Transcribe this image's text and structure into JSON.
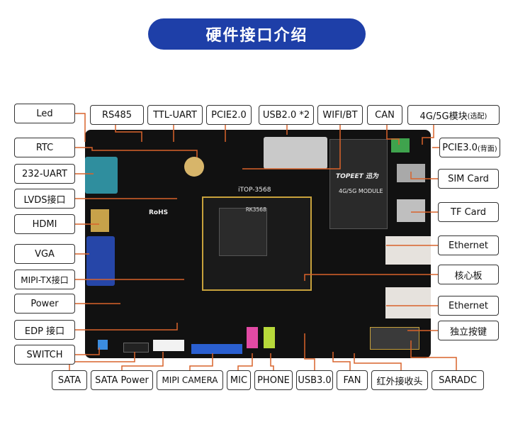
{
  "title": "硬件接口介绍",
  "labels": {
    "led": "Led",
    "rs485": "RS485",
    "ttl_uart": "TTL-UART",
    "pcie20": "PCIE2.0",
    "usb20": "USB2.0 *2",
    "wifi_bt": "WIFI/BT",
    "can": "CAN",
    "g45_main": "4G/5G模块",
    "g45_note": "(选配)",
    "rtc": "RTC",
    "pcie30_main": "PCIE3.0",
    "pcie30_note": "(背面)",
    "uart232": "232-UART",
    "sim_card": "SIM Card",
    "lvds": "LVDS接口",
    "tf_card": "TF Card",
    "hdmi": "HDMI",
    "ethernet1": "Ethernet",
    "vga": "VGA",
    "core_board": "核心板",
    "mipi_tx": "MIPI-TX接口",
    "power": "Power",
    "ethernet2": "Ethernet",
    "edp": "EDP 接口",
    "ind_key": "独立按键",
    "switch": "SWITCH",
    "sata": "SATA",
    "sata_power": "SATA Power",
    "mipi_camera": "MIPI CAMERA",
    "mic": "MIC",
    "phone": "PHONE",
    "usb30": "USB3.0",
    "fan": "FAN",
    "ir_rx": "红外接收头",
    "saradc": "SARADC"
  },
  "board_silk": {
    "model": "iTOP-3568",
    "soc": "RK3568",
    "rohs": "RoHS",
    "brand": "TOPEET 迅为",
    "module": "4G/5G MODULE"
  },
  "colors": {
    "title_bg": "#1e3fa8",
    "leader": "#d9632b",
    "board": "#111111",
    "soc_border": "#c8a23c"
  }
}
